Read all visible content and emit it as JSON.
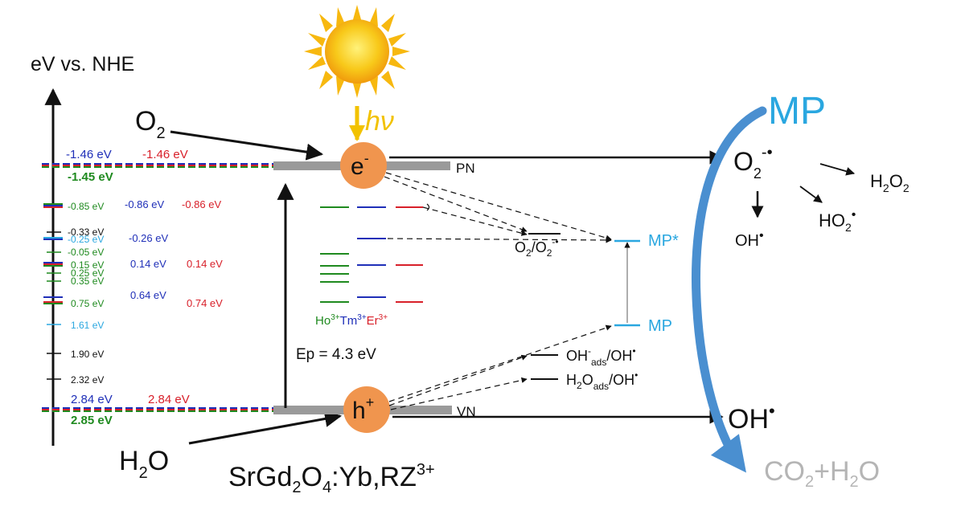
{
  "axis_label": "eV vs. NHE",
  "colors": {
    "black": "#111111",
    "blue": "#1f2fb8",
    "red": "#d8202a",
    "green": "#1f8a1f",
    "cyan": "#2aa7e0",
    "orange": "#f0954e",
    "gray": "#9a9a9a",
    "sun": "#f5c518",
    "hv": "#f2c200",
    "arc": "#4a8fd0",
    "light_gray_text": "#b5b5b5"
  },
  "left_labels": {
    "top_blue": "-1.46 eV",
    "top_red": "-1.46 eV",
    "top_green": "-1.45 eV",
    "green_085": "-0.85 eV",
    "blue_086": "-0.86 eV",
    "red_086": "-0.86 eV",
    "black_033": "-0.33 eV",
    "cyan_025": "-0.25 eV",
    "blue_026": "-0.26 eV",
    "green_005": "-0.05 eV",
    "green_015": "0.15 eV",
    "green_025": "0.25 eV",
    "green_035": "0.35 eV",
    "blue_014": "0.14 eV",
    "red_014": "0.14 eV",
    "green_075": "0.75 eV",
    "blue_064": "0.64 eV",
    "red_074": "0.74 eV",
    "cyan_161": "1.61 eV",
    "black_190": "1.90 eV",
    "black_232": "2.32 eV",
    "bottom_blue": "2.84 eV",
    "bottom_red": "2.84 eV",
    "bottom_green": "2.85 eV"
  },
  "o2_label": {
    "base": "O",
    "sub": "2"
  },
  "h2o_label": {
    "base1": "H",
    "sub": "2",
    "base2": "O"
  },
  "hv_label": "hν",
  "electron": {
    "base": "e",
    "sup": "-"
  },
  "hole": {
    "base": "h",
    "sup": "+"
  },
  "pn_label": "PN",
  "vn_label": "VN",
  "ep_label": "Ep = 4.3 eV",
  "material": {
    "a": "SrGd",
    "s1": "2",
    "b": "O",
    "s2": "4",
    "c": ":Yb,RZ",
    "sup": "3+"
  },
  "ions": {
    "ho": "Ho",
    "tm": "Tm",
    "er": "Er",
    "sup": "3+"
  },
  "o2_couple": {
    "a": "O",
    "s1": "2",
    "b": "/O",
    "s2": "2",
    "sup": "-•"
  },
  "mp_star": "MP*",
  "mp": "MP",
  "oh_couple": {
    "a": "OH",
    "sup": "-",
    "sub": "ads",
    "b": "/OH",
    "sup2": "•"
  },
  "h2o_couple": {
    "a": "H",
    "s1": "2",
    "b": "O",
    "sub": "ads",
    "c": "/OH",
    "sup2": "•"
  },
  "right": {
    "mp_big": "MP",
    "superoxide": {
      "a": "O",
      "sub": "2",
      "sup": "-•"
    },
    "h2o2": {
      "a": "H",
      "s1": "2",
      "b": "O",
      "s2": "2"
    },
    "ho2": {
      "a": "HO",
      "sub": "2",
      "sup": "•"
    },
    "oh_small": {
      "a": "OH",
      "sup": "•"
    },
    "oh_big": {
      "a": "OH",
      "sup": "•"
    },
    "products": {
      "a": "CO",
      "s1": "2",
      "b": "+H",
      "s2": "2",
      "c": "O"
    }
  }
}
